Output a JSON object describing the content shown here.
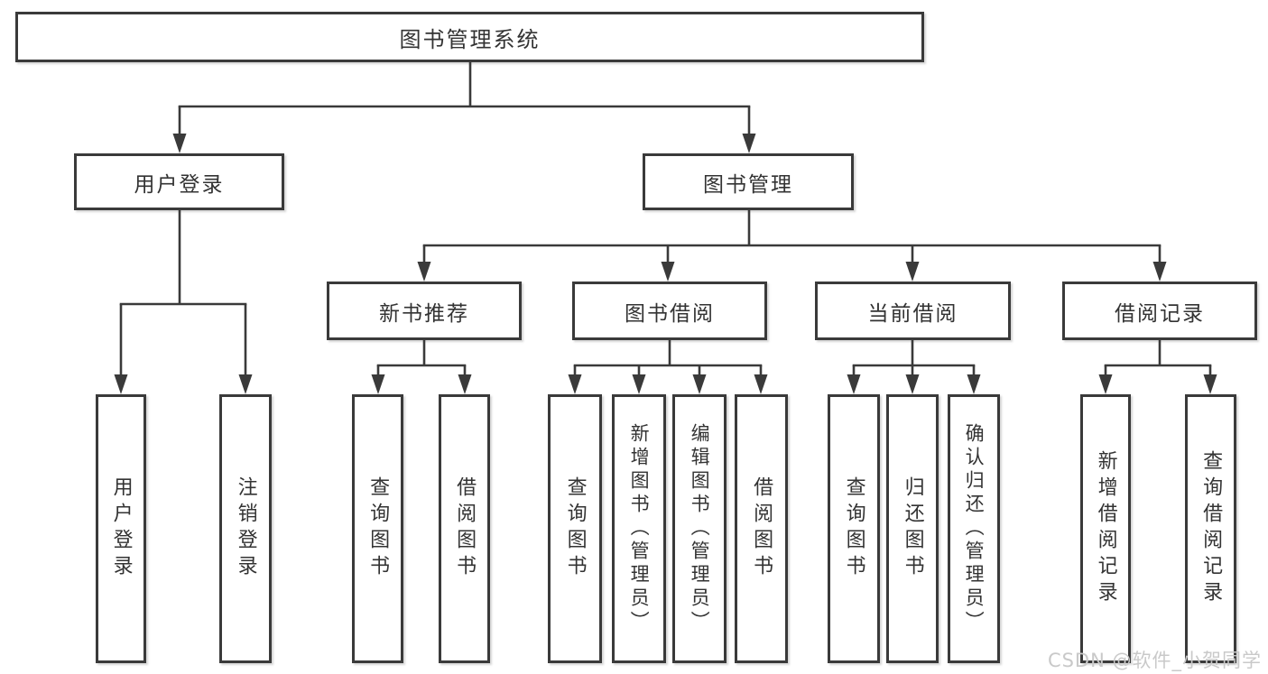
{
  "diagram": {
    "root": {
      "label": "图书管理系统"
    },
    "level2": [
      {
        "label": "用户登录",
        "children": [
          "用户登录",
          "注销登录"
        ]
      },
      {
        "label": "图书管理"
      }
    ],
    "level3": [
      {
        "label": "新书推荐",
        "children": [
          "查询图书",
          "借阅图书"
        ]
      },
      {
        "label": "图书借阅",
        "children": [
          "查询图书",
          "新增图书（管理员）",
          "编辑图书（管理员）",
          "借阅图书"
        ]
      },
      {
        "label": "当前借阅",
        "children": [
          "查询图书",
          "归还图书",
          "确认归还（管理员）"
        ]
      },
      {
        "label": "借阅记录",
        "children": [
          "新增借阅记录",
          "查询借阅记录"
        ]
      }
    ]
  },
  "watermark": {
    "text": "CSDN @软件_小贺同学"
  },
  "colors": {
    "line": "#3a3a3a",
    "text": "#333333",
    "watermark": "#c9c9c9",
    "background": "#ffffff"
  }
}
